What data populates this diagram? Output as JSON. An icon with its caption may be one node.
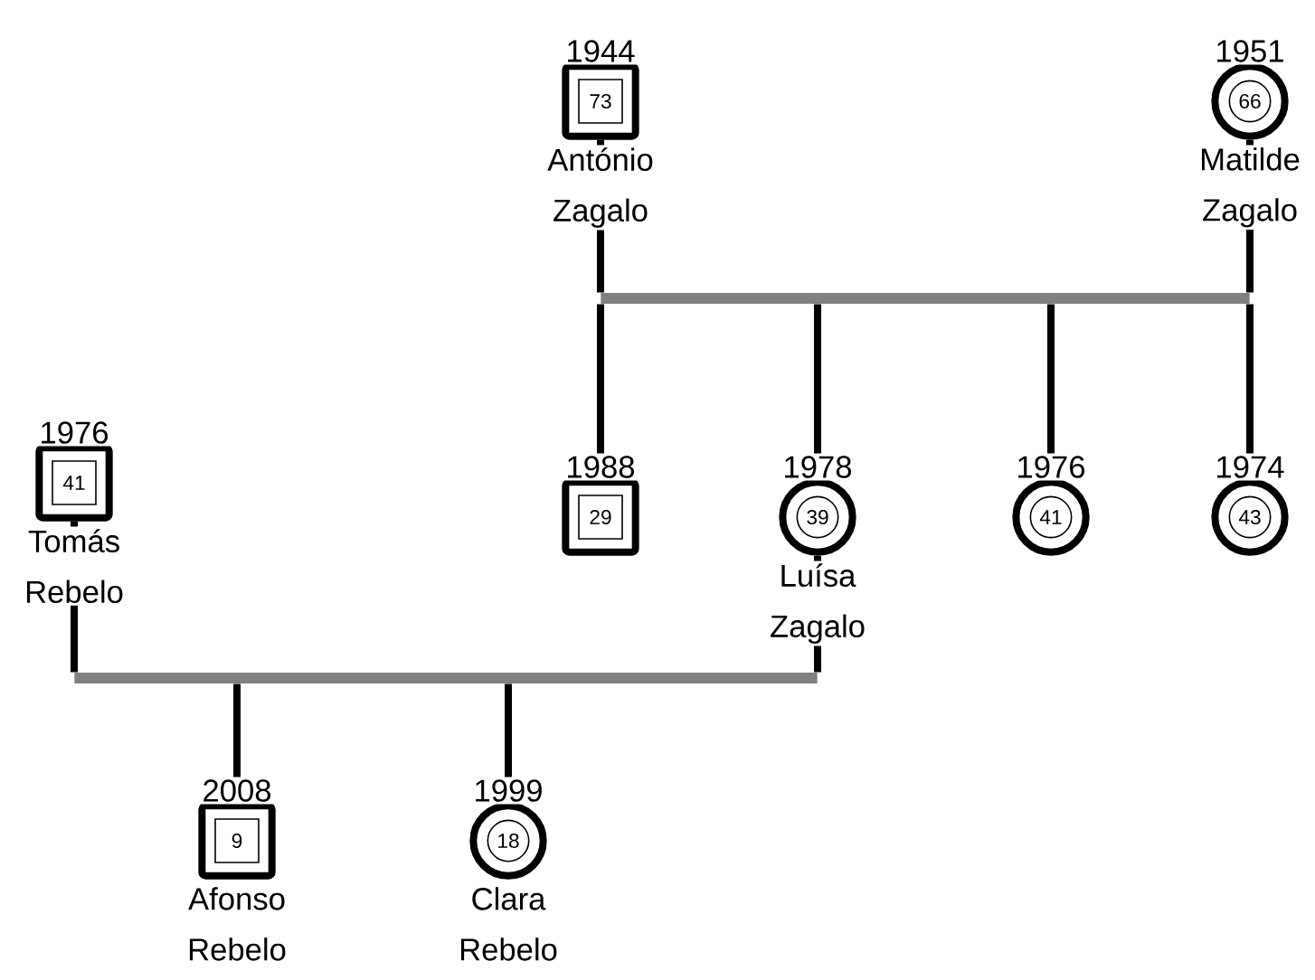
{
  "diagram": {
    "nodes": [
      {
        "text": [],
        "shape": "box",
        "beside": [
          "1944",
          "António Zagalo"
        ]
      },
      {
        "text": [
          "73"
        ],
        "in": 0
      },
      {
        "text": [],
        "shape": "circle",
        "beside": [
          "1951",
          "Matilde Zagalo"
        ]
      },
      {
        "text": [
          "66"
        ],
        "in": 2
      },
      {
        "text": [],
        "shape": "bar"
      },
      {
        "text": [],
        "shape": "box",
        "beside": [
          "1976",
          "Tomás Rebelo"
        ]
      },
      {
        "text": [
          "41"
        ],
        "in": 5
      },
      {
        "text": [],
        "shape": "box",
        "beside": [
          "1988"
        ]
      },
      {
        "text": [
          "29"
        ],
        "in": 7
      },
      {
        "text": [],
        "shape": "circle",
        "beside": [
          "1978",
          "Luísa Zagalo"
        ]
      },
      {
        "text": [
          "39"
        ],
        "in": 9
      },
      {
        "text": [],
        "shape": "circle",
        "beside": [
          "1976"
        ]
      },
      {
        "text": [
          "41"
        ],
        "in": 11
      },
      {
        "text": [],
        "shape": "circle",
        "beside": [
          "1974"
        ]
      },
      {
        "text": [
          "43"
        ],
        "in": 13
      },
      {
        "text": [],
        "shape": "bar"
      },
      {
        "text": [],
        "shape": "box",
        "beside": [
          "2008",
          "Afonso Rebelo"
        ]
      },
      {
        "text": [
          "9"
        ],
        "in": 16
      },
      {
        "text": [],
        "shape": "circle",
        "beside": [
          "1999",
          "Clara Rebelo"
        ]
      },
      {
        "text": [
          "18"
        ],
        "in": 18
      }
    ],
    "edges": [
      {
        "from": 0,
        "to": 4,
        "arrow": "none"
      },
      {
        "from": 2,
        "to": 4,
        "arrow": "none"
      },
      {
        "from": 4,
        "to": 7,
        "arrow": "none"
      },
      {
        "from": 4,
        "to": 9,
        "arrow": "none"
      },
      {
        "from": 4,
        "to": 11,
        "arrow": "none"
      },
      {
        "from": 4,
        "to": 13,
        "arrow": "none"
      },
      {
        "from": 5,
        "to": 15,
        "arrow": "none"
      },
      {
        "from": 9,
        "to": 15,
        "arrow": "none"
      },
      {
        "from": 15,
        "to": 16,
        "arrow": "none"
      },
      {
        "from": 15,
        "to": 18,
        "arrow": "none"
      }
    ]
  }
}
